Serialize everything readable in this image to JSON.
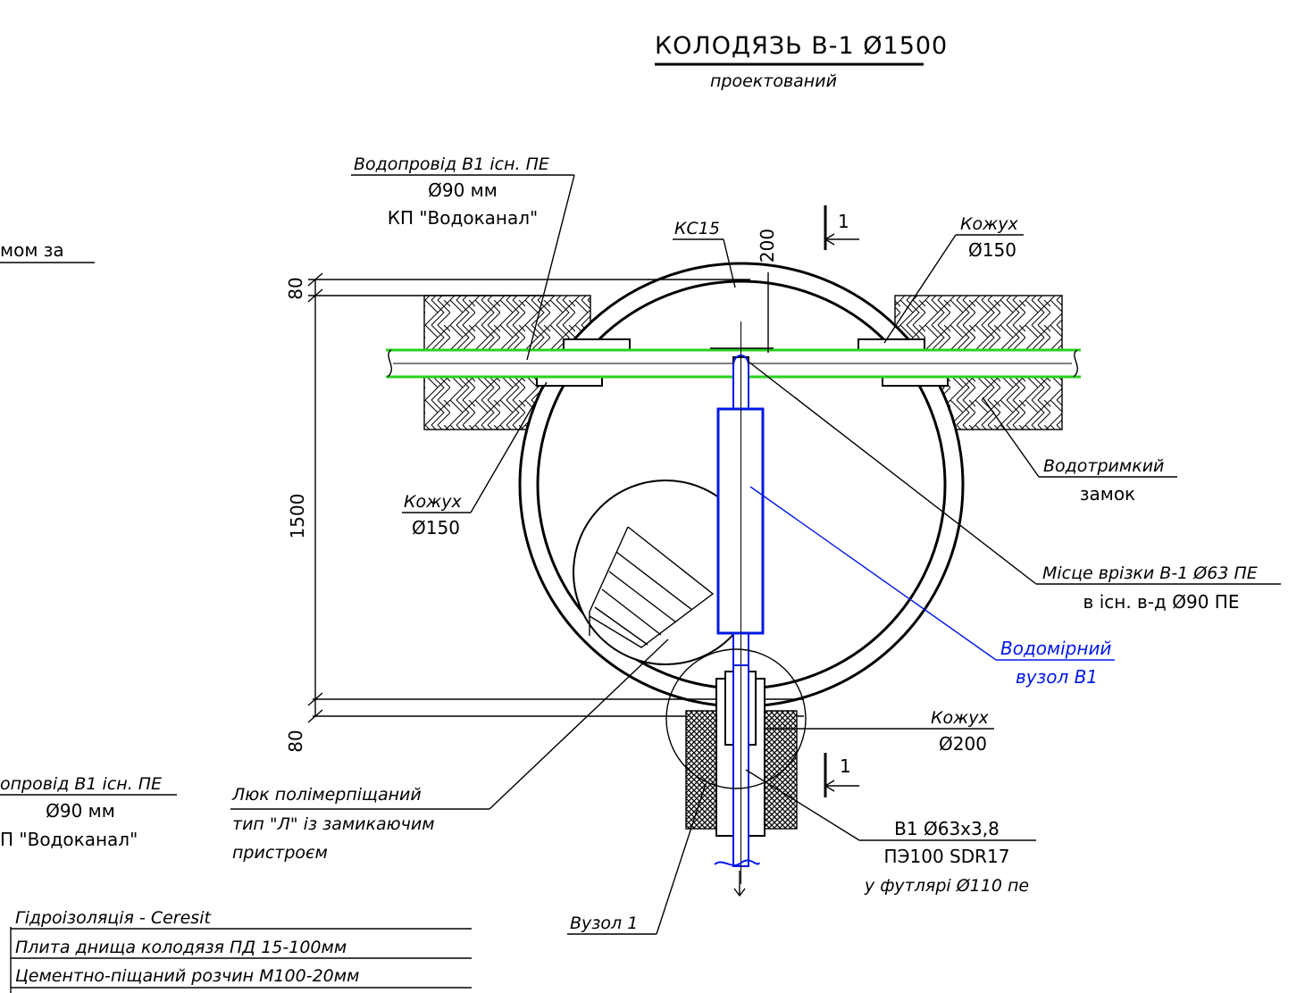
{
  "title": "КОЛОДЯЗЬ В-1 Ø1500",
  "subtitle": "проектований",
  "labels": {
    "pipe_top_1": "Водопровiд В1 iсн. ПЕ",
    "pipe_top_2": "Ø90 мм",
    "pipe_top_3": "КП \"Водоканал\"",
    "ks15": "КС15",
    "dim200_top": "200",
    "section": "1",
    "kozhukh_right_1": "Кожух",
    "kozhukh_right_2": "Ø150",
    "left_fragment": "мом за",
    "dim80_top": "80",
    "dim1500": "1500",
    "dim80_bottom": "80",
    "kozhukh_left_1": "Кожух",
    "kozhukh_left_2": "Ø150",
    "vodotrym_1": "Водотримкий",
    "vodotrym_2": "замок",
    "vrizka_1": "Мiсце врiзки В-1 Ø63 ПЕ",
    "vrizka_2": "в iсн. в-д Ø90 ПЕ",
    "vodomir_1": "Водомiрний",
    "vodomir_2": "вузол В1",
    "kozhukh200_1": "Кожух",
    "kozhukh200_2": "Ø200",
    "pipe_bottom_1": "опровiд В1 iсн. ПЕ",
    "pipe_bottom_2": "Ø90 мм",
    "pipe_bottom_3": "П \"Водоканал\"",
    "lyuk_1": "Люк полiмерпiщаний",
    "lyuk_2": "тип \"Л\" iз замикаючим",
    "lyuk_3": "пристроєм",
    "b1_1": "В1 Ø63х3,8",
    "b1_2": "ПЭ100 SDR17",
    "b1_3": "у футлярi Ø110 пе",
    "vuzol": "Вузол 1",
    "layer_1": "Гiдроiзоляцiя - Ceresit",
    "layer_2": "Плита днища колодязя ПД 15-100мм",
    "layer_3": "Цементно-пiщаний розчин М100-20мм"
  },
  "colors": {
    "pipe_outline": "#2ad11f",
    "meter_node": "#0018e8",
    "lines": "#000000"
  }
}
